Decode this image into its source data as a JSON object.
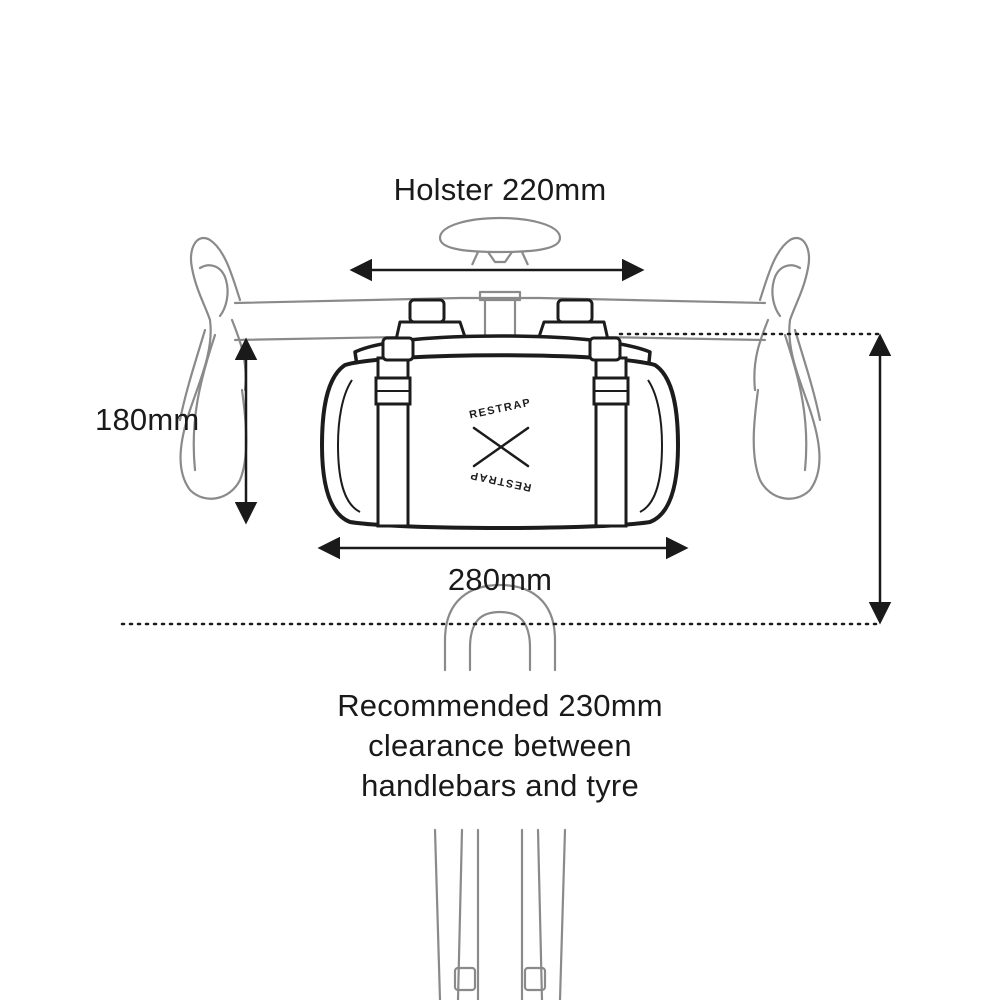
{
  "labels": {
    "holster": "Holster 220mm",
    "height": "180mm",
    "width": "280mm",
    "note_line1": "Recommended 230mm",
    "note_line2": "clearance between",
    "note_line3": "handlebars and tyre"
  },
  "logo": {
    "text_top": "RESTRAP",
    "text_bottom": "RESTRAP"
  },
  "colors": {
    "line": "#8a8a8a",
    "bag": "#1c1c1c",
    "text": "#1a1a1a",
    "background": "#ffffff"
  }
}
